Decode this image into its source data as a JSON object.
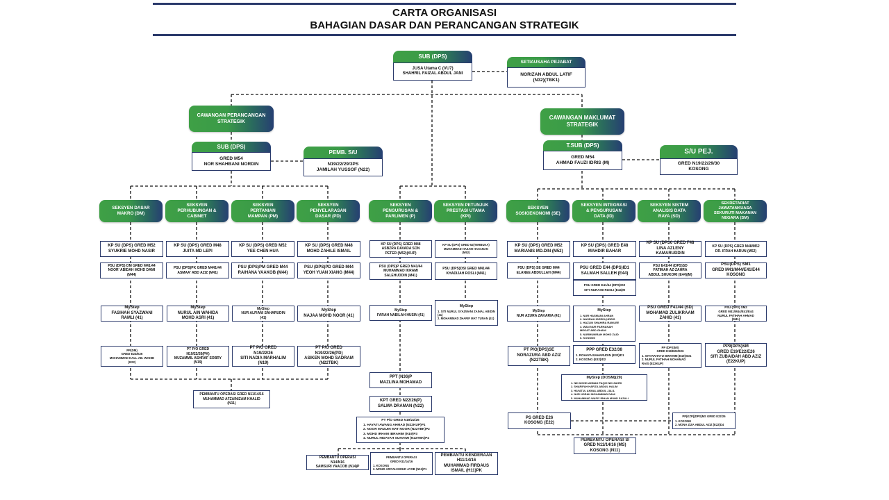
{
  "title": {
    "line1": "CARTA ORGANISASI",
    "line2": "BAHAGIAN DASAR DAN PERANCANGAN STRATEGIK"
  },
  "colors": {
    "accent_green": "#3fa046",
    "accent_navy": "#263f72",
    "border": "#2b3a6b"
  },
  "top": {
    "sub": {
      "header": "SUB (DPS)",
      "l1": "JUSA Utama C (VU7)",
      "l2": "SHAHRIL FAIZAL ABDUL JANI"
    },
    "setiausaha": {
      "header": "SETIAUSAHA PEJABAT",
      "l1": "NORIZAN ABDUL LATIF",
      "l2": "(N32)(TBK1)"
    }
  },
  "left_branch": {
    "title_l1": "CAWANGAN PERANCANGAN",
    "title_l2": "STRATEGIK",
    "sub": {
      "header": "SUB (DPS)",
      "l1": "GRED M54",
      "l2": "NOR SHAHBANI NORDIN"
    },
    "pemb": {
      "header": "PEMB. S/U",
      "l1": "N19/22/29/3PS",
      "l2": "JAMILAH YUSSOF (N22)"
    }
  },
  "right_branch": {
    "title_l1": "CAWANGAN MAKLUMAT",
    "title_l2": "STRATEGIK",
    "tsub": {
      "header": "T.SUB (DPS)",
      "l1": "GRED M54",
      "l2": "AHMAD FAUZI IDRIS (M)"
    },
    "su": {
      "header": "S/U PEJ.",
      "l1": "GRED N19/22/29/30",
      "l2": "KOSONG"
    }
  },
  "sections": [
    {
      "header": [
        "SEKSYEN DASAR",
        "MAKRO (DM)"
      ],
      "kp": [
        "KP SU (DPS) GRED M52",
        "SYUKRIE MOHD NASIR"
      ],
      "psu": [
        "PSU (DPS) DM GRED M41/44",
        "NOOR' ABIDAH MOHD DAMI",
        "(M44)"
      ],
      "mystep": [
        "MyStep",
        "FASIHAH SYAZWANI",
        "RAMLI (41)"
      ],
      "pt": [
        "PP(DM)",
        "GRED E22/E26",
        "MOHAMMAD HALL AB. WAHID",
        "(E22)"
      ]
    },
    {
      "header": [
        "SEKSYEN",
        "PERHUBUNGAN &",
        "CABINET"
      ],
      "kp": [
        "KP SU (DPS) GRED M48",
        "JUITA MD LEPI"
      ],
      "psu": [
        "PSU (DPS)PK GRED M441/44",
        "ASMAA' ABD AZIZ (M41)"
      ],
      "mystep": [
        "MyStep",
        "NURUL AIN WAHIDA",
        "MOHD ASRI (41)"
      ],
      "pt": [
        "PT P/O GRED",
        "N19/22/26(PK)",
        "MUZAMMIL ASHRAF SOBRY",
        "(N19)"
      ]
    },
    {
      "header": [
        "SEKSYEN",
        "PERTANIAN",
        "MAMPAN (PM)"
      ],
      "kp": [
        "KP SU (DPS) GRED M52",
        "YEE CHEN HUA"
      ],
      "psu": [
        "PSU (DPS)PM GRED M44",
        "RAIHANA YAAKOB (M44)"
      ],
      "mystep": [
        "MyStep",
        "NUR ALFIANI SAHARUDIN",
        "(41)"
      ],
      "pt": [
        "PT P/O GRED",
        "N19/22/26",
        "SITI NADIA MARHALIM",
        "(N19)"
      ]
    },
    {
      "header": [
        "SEKSYEN",
        "PENYELARASAN",
        "DASAR (PD)"
      ],
      "kp": [
        "KP SU (DPS) GRED M48",
        "MOHD ZAHILE ISMAIL"
      ],
      "psu": [
        "PSU (DPS)PD GRED M44",
        "YEOH YUAN XIANG (M44)"
      ],
      "mystep": [
        "MyStep",
        "NAJAA MOHD NOOR (41)"
      ],
      "pt": [
        "PT P/O GRED",
        "N19/22/26(PD)",
        "ASIKEN MOHD SADRAM",
        "(N22TBK)"
      ]
    },
    {
      "header": [
        "SEKSYEN",
        "PENGURUSAN &",
        "PARLIMEN (P)"
      ],
      "kp": [
        "KP SU (DPS) GRED M48",
        "ASBZRA DAVADA SON",
        "PETER (M52)(KUP)"
      ],
      "psu": [
        "PSU (DPS)P GRED M41/44",
        "MUHAMMAD IKRAMI",
        "SALEHUDDIN (M41)"
      ],
      "mystep": [
        "MyStep",
        "FARAH NABILAH HUSIN (41)"
      ]
    },
    {
      "header": [
        "SEKSYEN PETUNJUK",
        "PRESTASI UTAMA",
        "(KPI)"
      ],
      "kp": [
        "KP SU (DPS) GRED 52(TERBUKA)",
        "MUHAMMAD HAZAM HASANAN",
        "(M52)"
      ],
      "psu": [
        "PSU (DPS)DSI GRED M41/44",
        "KHADIJAH ROSLI (M41)"
      ],
      "mystep_title": "MyStep",
      "mystep_list": [
        "1.  SITI NURUL SYAZWANI ZAINAL ABIDIN (41)",
        "2.  MOHAMMAD ZHARIF MAT TUNAN (41)"
      ]
    },
    {
      "header": [
        "SEKSYEN",
        "SOSIOEKONOMI (SE)"
      ],
      "kp": [
        "KP SU (DPS) GRED M52",
        "MARIANIS MD.DIN (M52)"
      ],
      "psu": [
        "PSU (DPS) SE GRED M44",
        "ELANEE ABDULLAH (M44)"
      ],
      "mystep": [
        "MyStep",
        "NUR AZURA ZAKARIA (41)"
      ],
      "pt": [
        "PT P/O(DPS)SE",
        "NORAZURA ABD AZIZ",
        "(N22TBK)"
      ],
      "ps": [
        "PS GRED E26",
        "KOSONG (E22)"
      ]
    },
    {
      "header": [
        "SEKSYEN INTEGRASI",
        "& PENGURUSAN",
        "DATA (ID)"
      ],
      "kp": [
        "KP SU (DPS) GRED E48",
        "MAHDIR BAHAR"
      ],
      "psu": [
        "PSU GRED E44 (DPS)ID1",
        "SALMAH SALLEH (E44)"
      ],
      "psu2": [
        "PSU GRED E41/44 (DPS)ID2",
        "SITI NURAINI RUSLI (E44)M"
      ],
      "mystep_title": "MyStep",
      "mystep_list": [
        "1.  NUR HASMANI AHRAN",
        "2.  NASRAH IDERIS@IDRIS",
        "3.  HAZLIN SHAHIRA RAMLEE",
        "4.  WAN NUR FARHANAH",
        "MEGAT ABD GHANI",
        "5.  NURMUNIRAH MOHD ZAID",
        "6.  KOSONG"
      ],
      "ppp_title": "PPP GRED E32/38",
      "ppp_list": [
        "1.  ROHAYA BAHARUDIN (E32)ID1",
        "2.  KOSONG (E32)ID2"
      ],
      "dosm_title": "MyStep (DOSM)(29)",
      "dosm_list": [
        "1.  NIK MOHD AHMAD FAQIH NIK ZAHRI",
        "2.  SHARIFAH HAFIZA ABDUL HALIM",
        "3.  HAYATUL AKMAL ABDUL JALIL",
        "4.  NUR HORAH MOHAMMAD DANI",
        "5.  MUHAMMAD WAFIY IRHAN MOHD SAZALI"
      ]
    },
    {
      "header": [
        "SEKSYEN SISTEM",
        "ANALISIS DATA",
        "RAYA (SD)"
      ],
      "kp": [
        "KP SU (DPS0 GRED F48",
        "LINA AZLENY",
        "KAMARUDDIN"
      ],
      "psu": [
        "PSU E41/44 (DPS)SD",
        "FATIMAH AZ-ZAHRA",
        "ABDUL SHUKORI (E44)(M)"
      ],
      "psu2": [
        "PSU GRED F41/44 (SD)",
        "MOHAMAD ZULIKRAAM",
        "ZAHID (41)"
      ],
      "pp_head": [
        "PP (DPS)MS",
        "GRED E19/E22/E26"
      ],
      "pp_list": [
        "1.  SITI RAHAYU IBRAHIM (E19)SD1",
        "2.  NURUL FATIHAH MOHAMAD",
        "RAIS (E22KUP)"
      ],
      "ppd_title": "PP(KZP)(DPS)MS GRED E22/26",
      "ppd_list": [
        "1.  KOSONG",
        "2.  MONA ZIZA ABDUL AZIZ (E22)D4"
      ]
    },
    {
      "header": [
        "SEKRETARIAT",
        "JAWATANKUASA",
        "SEKURUTI MAKANAN",
        "NEGARA (SM)"
      ],
      "kp": [
        "KP SU (DPS) GRED M48/M52",
        "DR. IFRAH HARUN (M52)"
      ],
      "psu": [
        "PSU(DPS) SM1",
        "GRED M41/M44/E41/E44",
        "KOSONG"
      ],
      "psu2": [
        "PSU (DPS) SM2",
        "GRED M41/M44/E41/E44",
        "NURUL FATIHAH AHMAD",
        "(M41)"
      ],
      "pp": [
        "PP9(DPS)SM",
        "GRED E19/E22/E26",
        "SITI ZUBAIDAH ABD AZIZ",
        "(E22KUP)"
      ]
    }
  ],
  "left_bottom": [
    "PEMBANTU OPERASI GRED N11/14/16",
    "MUHAMMAD AFZAINIZAM KHALID",
    "(N11)"
  ],
  "center_chain": {
    "ppt": [
      "PPT (N36)P",
      "MAZLINA MOHAMAD"
    ],
    "kpt": [
      "KPT GRED N22/26(P)",
      "SALMA DRAMAN (N22)"
    ],
    "ptpo_title": "PT P/O GRED N19/22/26",
    "ptpo_list": [
      "1.  HAYATI AWANG AHMAD (N22KUP)P1",
      "2.  NOOR MAZUIN MAT NOOR (N22TBK)P2",
      "3.  MOHD IRHAM IBRAHIM (N19)P3",
      "4.  NURUL HIDAYAH SUHAIMI (N22TBK)P4"
    ],
    "po1": [
      "PEMBANTU OPERASI",
      "N14/N16",
      "SAMSURI YAACOB (N14)P"
    ],
    "po2_title": [
      "PEMBANTU OPERASI",
      "GRED N11/14/16"
    ],
    "po2_list": [
      "1.  KOSONG",
      "2.  MOHD ARIYAH MOHD AYOB (N11)P1"
    ],
    "pk": [
      "PEMBANTU KENDERAAN",
      "H11/14/16",
      "MUHAMMAD FIRDAUS",
      "ISMAIL (H11)PK"
    ]
  },
  "right_bottom": [
    "PEMBANTU OPERASI SI",
    "GRED N11/14/16 (MS)",
    "KOSONG (N11)"
  ]
}
